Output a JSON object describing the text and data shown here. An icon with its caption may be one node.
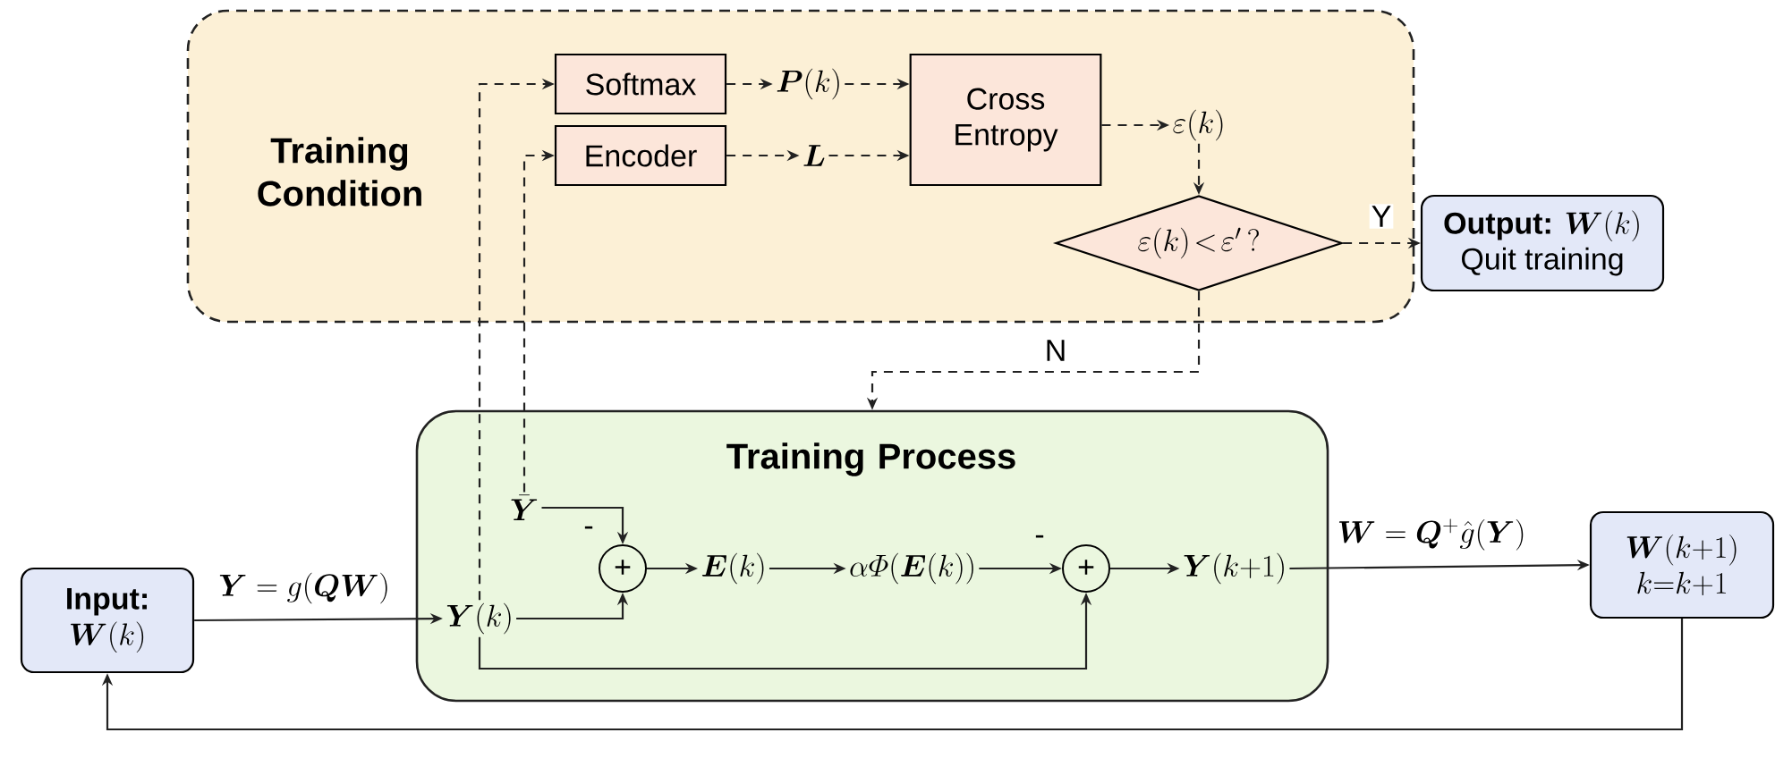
{
  "diagram": {
    "nodes": [
      {
        "text": [
          "Training Condition"
        ]
      },
      {
        "text": [
          "Softmax"
        ],
        "in": 0
      },
      {
        "text": [
          "Encoder"
        ],
        "in": 0
      },
      {
        "text": [
          "\\bm{P}(k)"
        ],
        "in": 0
      },
      {
        "text": [
          "\\bm{L}"
        ],
        "in": 0
      },
      {
        "text": [
          "Cross Entropy"
        ],
        "in": 0
      },
      {
        "text": [
          "\\varepsilon(k)"
        ],
        "in": 0
      },
      {
        "text": [
          "\\varepsilon(k)\\!<\\!\\varepsilon'\\,?"
        ],
        "in": 0
      },
      {
        "text": [
          "Output:",
          "\\bm{W}(k)",
          "Quit training"
        ]
      },
      {
        "text": [
          "Input:",
          "\\bm{W}(k)"
        ]
      },
      {
        "text": [
          "Training Process"
        ]
      },
      {
        "text": [
          "\\bar{\\bm{Y}}"
        ],
        "in": 10
      },
      {
        "text": [
          "\\bm{Y}(k)"
        ],
        "in": 10
      },
      {
        "text": [
          "+"
        ],
        "in": 10
      },
      {
        "text": [
          "\\bm{E}(k)"
        ],
        "in": 10
      },
      {
        "text": [
          "\\alpha\\varPhi(\\bm{E}(k))"
        ],
        "in": 10
      },
      {
        "text": [
          "+"
        ],
        "in": 10
      },
      {
        "text": [
          "\\bm{Y}(k{+}1)"
        ],
        "in": 10
      },
      {
        "text": [
          "\\bm{W}(k{+}1)",
          "k{=}k{+}1"
        ]
      }
    ],
    "edges": [
      {
        "from": 9,
        "to": 12,
        "arrow": "to",
        "label": "\\bm{Y}=g(\\bm{Q}\\bm{W})"
      },
      {
        "from": 12,
        "to": 13,
        "arrow": "to"
      },
      {
        "from": 11,
        "to": 13,
        "arrow": "to",
        "label": "-"
      },
      {
        "from": 13,
        "to": 14,
        "arrow": "to"
      },
      {
        "from": 14,
        "to": 15,
        "arrow": "to"
      },
      {
        "from": 15,
        "to": 16,
        "arrow": "to",
        "label": "-"
      },
      {
        "from": 12,
        "to": 16,
        "arrow": "to"
      },
      {
        "from": 16,
        "to": 17,
        "arrow": "to"
      },
      {
        "from": 17,
        "to": 18,
        "arrow": "to",
        "label": "\\bm{W}=\\bm{Q}^{+}\\hat{g}(\\bm{Y})"
      },
      {
        "from": 18,
        "to": 9,
        "arrow": "to"
      },
      {
        "from": 12,
        "to": 1,
        "arrow": "to",
        "style": "dashed"
      },
      {
        "from": 11,
        "to": 2,
        "arrow": "to",
        "style": "dashed"
      },
      {
        "from": 1,
        "to": 3,
        "arrow": "to",
        "style": "dashed"
      },
      {
        "from": 2,
        "to": 4,
        "arrow": "to",
        "style": "dashed"
      },
      {
        "from": 3,
        "to": 5,
        "arrow": "to",
        "style": "dashed"
      },
      {
        "from": 4,
        "to": 5,
        "arrow": "to",
        "style": "dashed"
      },
      {
        "from": 5,
        "to": 6,
        "arrow": "to",
        "style": "dashed"
      },
      {
        "from": 6,
        "to": 7,
        "arrow": "to",
        "style": "dashed"
      },
      {
        "from": 7,
        "to": 8,
        "arrow": "to",
        "style": "dashed",
        "label": "Y"
      },
      {
        "from": 7,
        "to": 10,
        "arrow": "to",
        "style": "dashed",
        "label": "N"
      }
    ]
  }
}
